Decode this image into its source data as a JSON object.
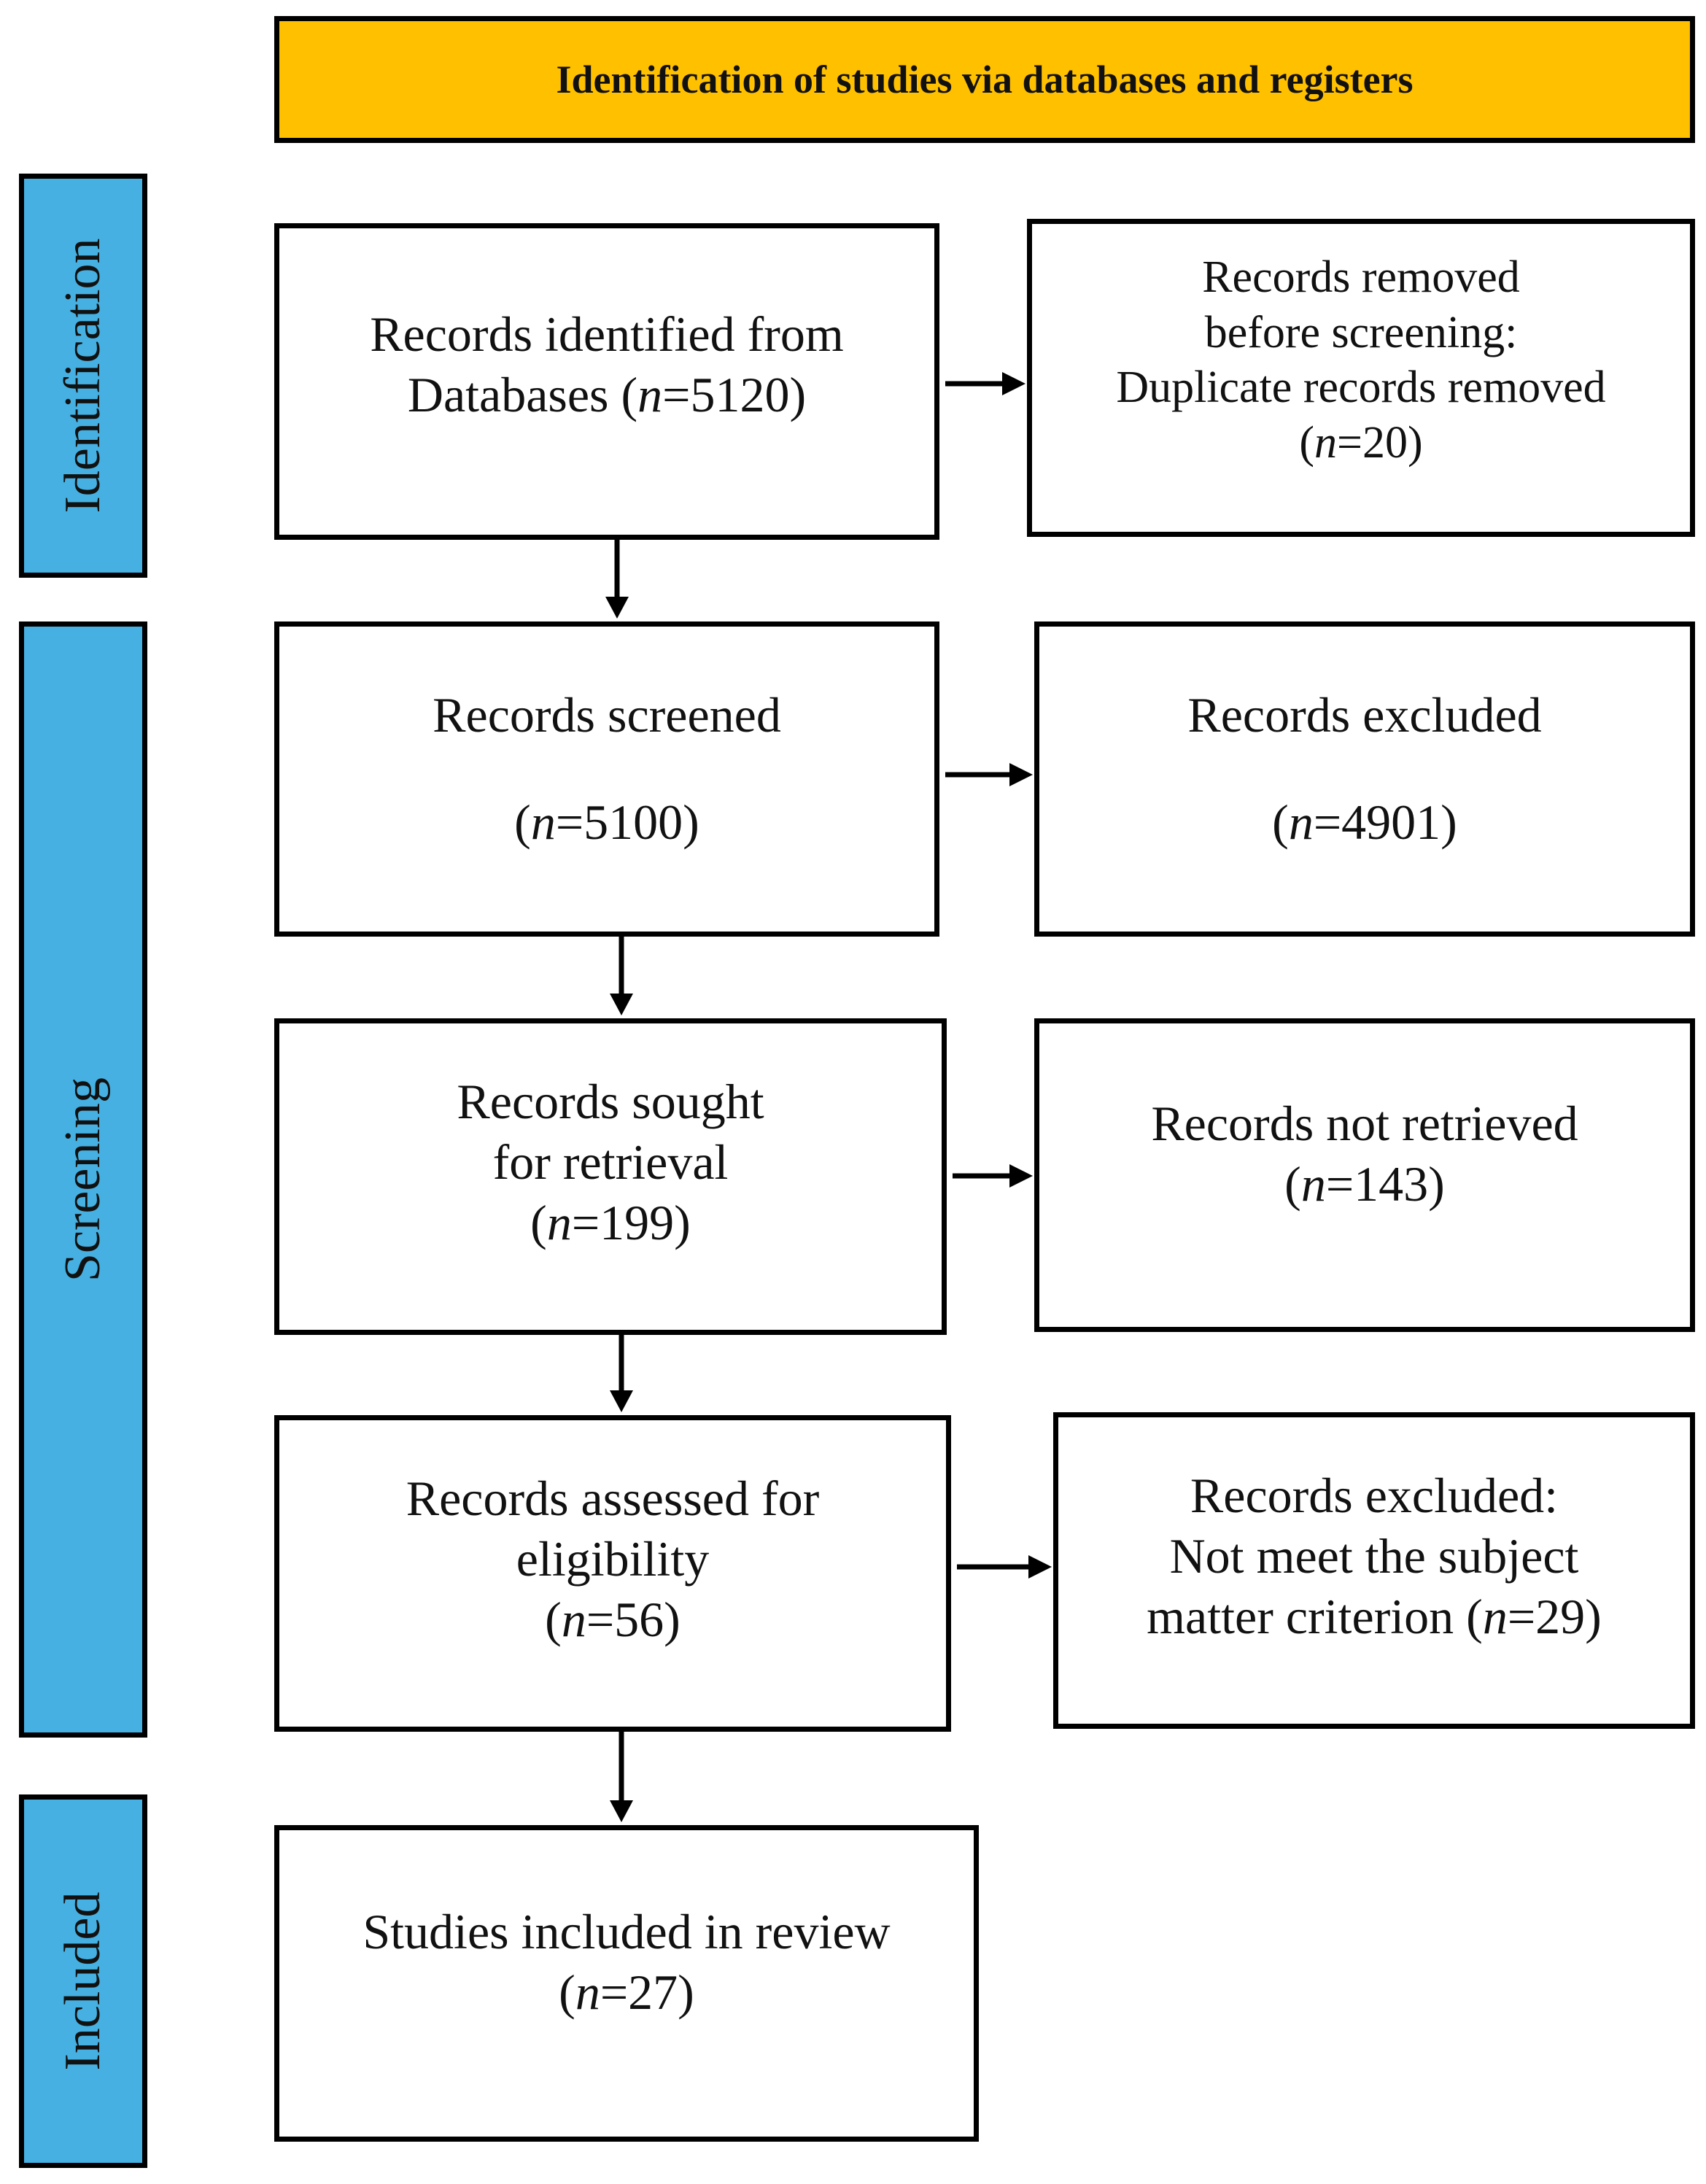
{
  "header": "Identification of studies via databases and registers",
  "phases": {
    "identification": "Identification",
    "screening": "Screening",
    "included": "Included"
  },
  "boxes": {
    "identified": {
      "line1": "Records identified from",
      "line2": "Databases (",
      "n": "n",
      "line2_end": "=5120)"
    },
    "removed": {
      "line1": "Records removed",
      "line2": "before screening:",
      "line3": "Duplicate records removed",
      "line4_start": "(",
      "n": "n",
      "line4_end": "=20)"
    },
    "screened": {
      "line1": "Records screened",
      "line2_start": "(",
      "n": "n",
      "line2_end": "=5100)"
    },
    "excluded1": {
      "line1": "Records excluded",
      "line2_start": "(",
      "n": "n",
      "line2_end": "=4901)"
    },
    "sought": {
      "line1": "Records sought",
      "line2": "for retrieval",
      "line3_start": "(",
      "n": "n",
      "line3_end": "=199)"
    },
    "not_retrieved": {
      "line1": "Records not retrieved",
      "line2_start": "(",
      "n": "n",
      "line2_end": "=143)"
    },
    "assessed": {
      "line1": "Records assessed for",
      "line2": "eligibility",
      "line3_start": "(",
      "n": "n",
      "line3_end": "=56)"
    },
    "excluded2": {
      "line1": "Records excluded:",
      "line2": "Not meet the subject",
      "line3_start": "matter criterion (",
      "n": "n",
      "line3_end": "=29)"
    },
    "included": {
      "line1": "Studies included in review",
      "line2_start": "(",
      "n": "n",
      "line2_end": "=27)"
    }
  },
  "colors": {
    "header": "#ffc000",
    "phase": "#45b0e1",
    "border": "#000000"
  }
}
